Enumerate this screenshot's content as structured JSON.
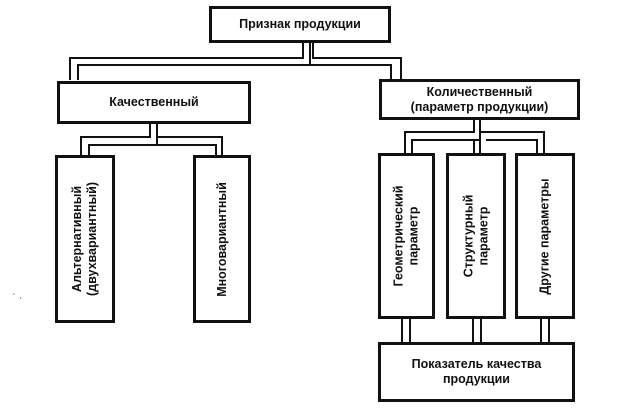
{
  "diagram": {
    "root": {
      "label": "Признак продукции"
    },
    "qualitative": {
      "label": "Качественный",
      "children": [
        {
          "label_line1": "Альтернативный",
          "label_line2": "(двухвариантный)"
        },
        {
          "label_line1": "Многовариантный",
          "label_line2": ""
        }
      ]
    },
    "quantitative": {
      "label_line1": "Количественный",
      "label_line2": "(параметр продукции)",
      "children": [
        {
          "label_line1": "Геометрический",
          "label_line2": "параметр"
        },
        {
          "label_line1": "Структурный",
          "label_line2": "параметр"
        },
        {
          "label_line1": "Другие параметры",
          "label_line2": ""
        }
      ]
    },
    "result": {
      "label_line1": "Показатель качества",
      "label_line2": "продукции"
    },
    "stray_mark": "ʿ ·"
  }
}
